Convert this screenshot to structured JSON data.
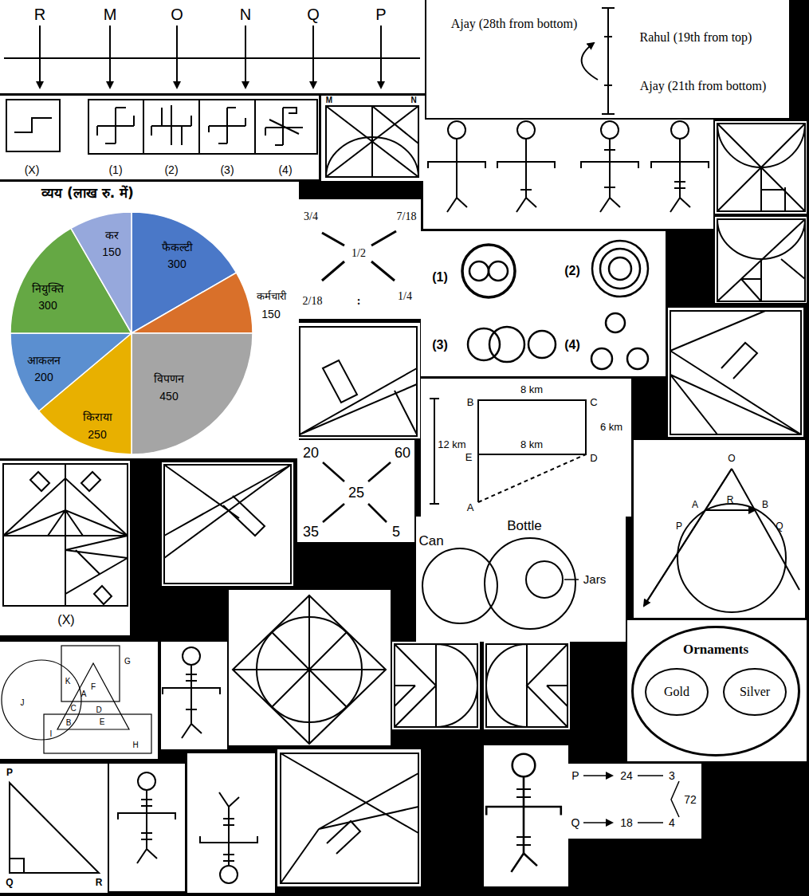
{
  "diagram": {
    "nodes": [
      {
        "text": [
          "Can"
        ]
      },
      {
        "text": [
          "Bottle"
        ]
      },
      {
        "text": [
          "Jars"
        ],
        "in": 1
      },
      {
        "text": [
          "Ornaments"
        ]
      },
      {
        "text": [
          "Gold"
        ],
        "in": 3
      },
      {
        "text": [
          "Silver"
        ],
        "in": 3
      }
    ],
    "labels": [
      "R",
      "M",
      "O",
      "N",
      "Q",
      "P",
      "Ajay (28th from bottom)",
      "Rahul (19th from top)",
      "Ajay (21th from bottom)",
      "(X)",
      "(1)",
      "(2)",
      "(3)",
      "(4)",
      "M",
      "N",
      "व्यय (लाख रु. में)",
      "कर",
      "150",
      "फैकल्टी",
      "300",
      "कर्मचारी",
      "150",
      "विपणन",
      "450",
      "किराया",
      "250",
      "आकलन",
      "200",
      "नियुक्ति",
      "300",
      "3/4",
      "7/18",
      "1/2",
      "2/18",
      ":",
      "1/4",
      "(1)",
      "(2)",
      "(3)",
      "(4)",
      "20",
      "60",
      "25",
      "35",
      "5",
      "B",
      "8 km",
      "C",
      "6 km",
      "12 km",
      "E",
      "8 km",
      "D",
      "A",
      "(X)",
      "O",
      "A",
      "R",
      "B",
      "P",
      "Q",
      "K",
      "G",
      "F",
      "A",
      "J",
      "C",
      "D",
      "B",
      "E",
      "I",
      "H",
      "P",
      "Q",
      "R",
      "P",
      "24",
      "3",
      "72",
      "Q",
      "18",
      "4"
    ]
  }
}
